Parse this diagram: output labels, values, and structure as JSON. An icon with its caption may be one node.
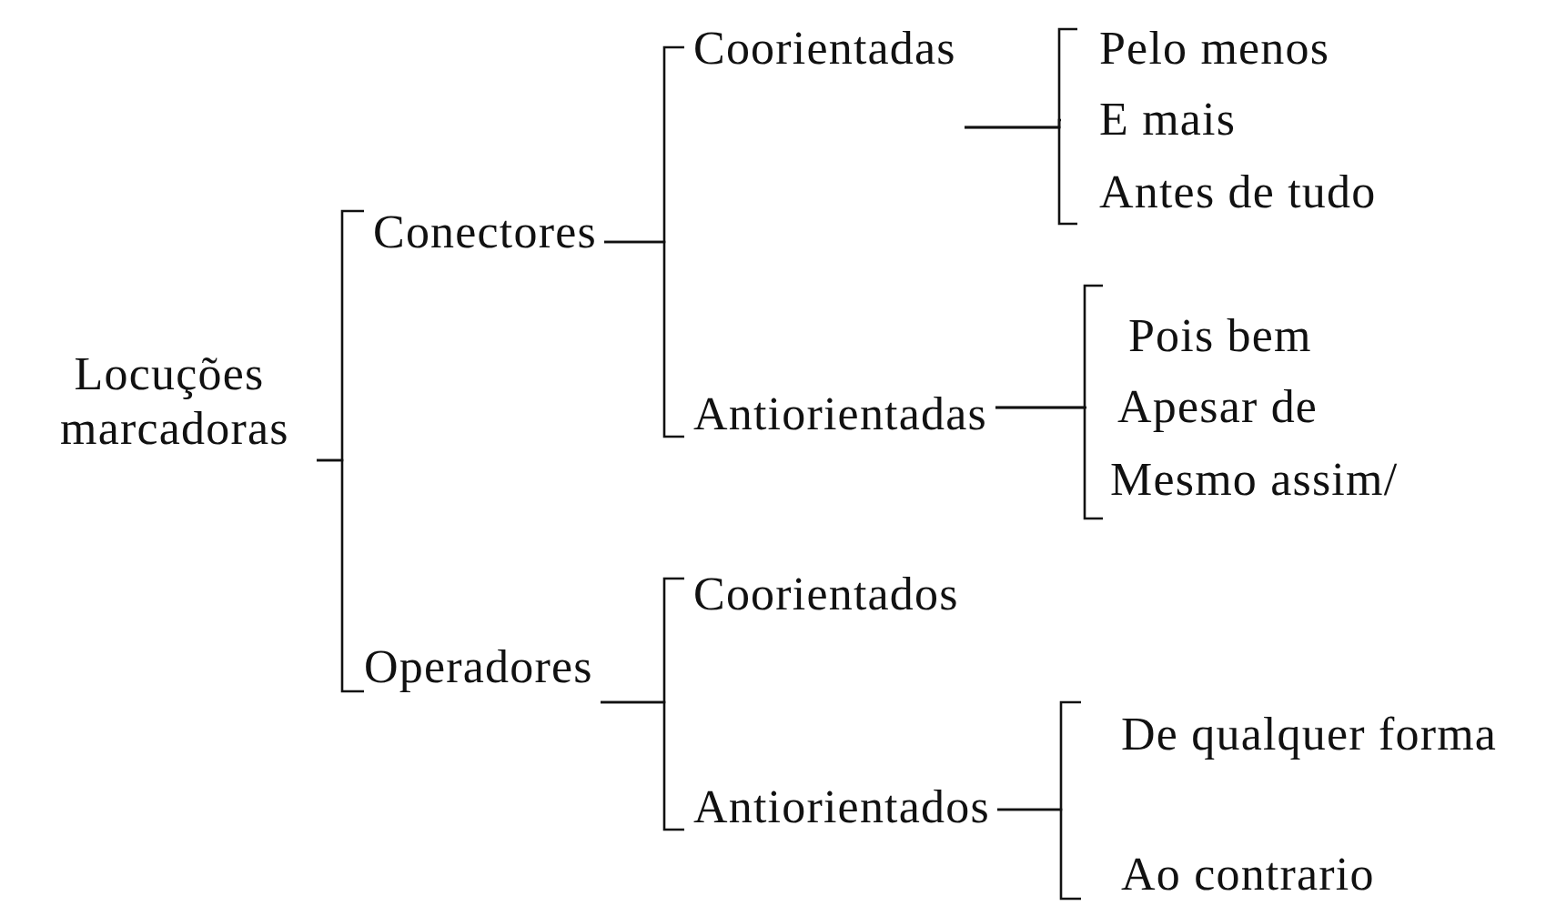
{
  "diagram": {
    "nodes": [
      {
        "text": [
          "Locuções marcadoras"
        ]
      },
      {
        "text": [
          "Conectores"
        ]
      },
      {
        "text": [
          "Operadores"
        ]
      },
      {
        "text": [
          "Coorientadas"
        ]
      },
      {
        "text": [
          "Antiorientadas"
        ]
      },
      {
        "text": [
          "Coorientados"
        ]
      },
      {
        "text": [
          "Antiorientados"
        ]
      },
      {
        "text": [
          "Pelo menos"
        ]
      },
      {
        "text": [
          "E mais"
        ]
      },
      {
        "text": [
          "Antes de tudo"
        ]
      },
      {
        "text": [
          "Pois bem"
        ]
      },
      {
        "text": [
          "Apesar de"
        ]
      },
      {
        "text": [
          "Mesmo assim/"
        ]
      },
      {
        "text": [
          "De qualquer forma"
        ]
      },
      {
        "text": [
          "Ao contrario"
        ]
      }
    ],
    "edges": [
      {
        "from": 0,
        "to": 1,
        "arrow": "none"
      },
      {
        "from": 0,
        "to": 2,
        "arrow": "none"
      },
      {
        "from": 1,
        "to": 3,
        "arrow": "none"
      },
      {
        "from": 1,
        "to": 4,
        "arrow": "none"
      },
      {
        "from": 2,
        "to": 5,
        "arrow": "none"
      },
      {
        "from": 2,
        "to": 6,
        "arrow": "none"
      },
      {
        "from": 3,
        "to": 7,
        "arrow": "none"
      },
      {
        "from": 3,
        "to": 8,
        "arrow": "none"
      },
      {
        "from": 3,
        "to": 9,
        "arrow": "none"
      },
      {
        "from": 4,
        "to": 10,
        "arrow": "none"
      },
      {
        "from": 4,
        "to": 11,
        "arrow": "none"
      },
      {
        "from": 4,
        "to": 12,
        "arrow": "none"
      },
      {
        "from": 6,
        "to": 13,
        "arrow": "none"
      },
      {
        "from": 6,
        "to": 14,
        "arrow": "none"
      }
    ]
  }
}
